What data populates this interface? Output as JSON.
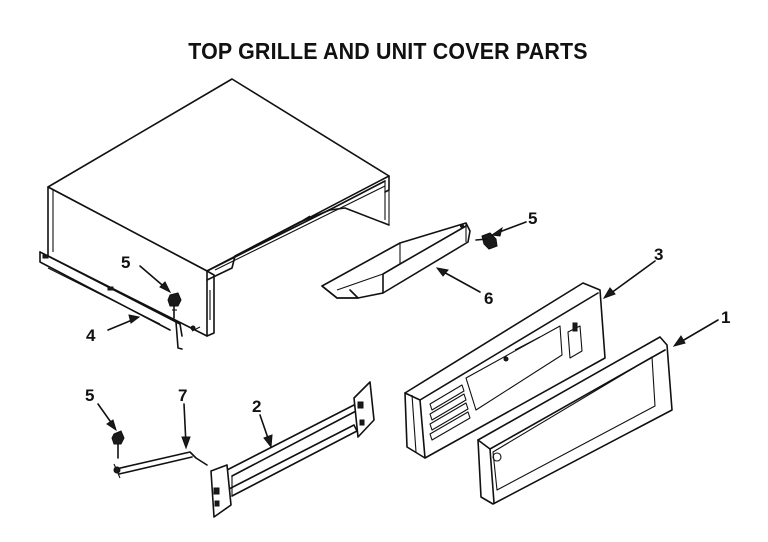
{
  "diagram": {
    "title": "TOP GRILLE AND UNIT COVER PARTS",
    "callouts": {
      "c1": "1",
      "c2": "2",
      "c3": "3",
      "c4": "4",
      "c5a": "5",
      "c5b": "5",
      "c5c": "5",
      "c6": "6",
      "c7": "7"
    }
  }
}
